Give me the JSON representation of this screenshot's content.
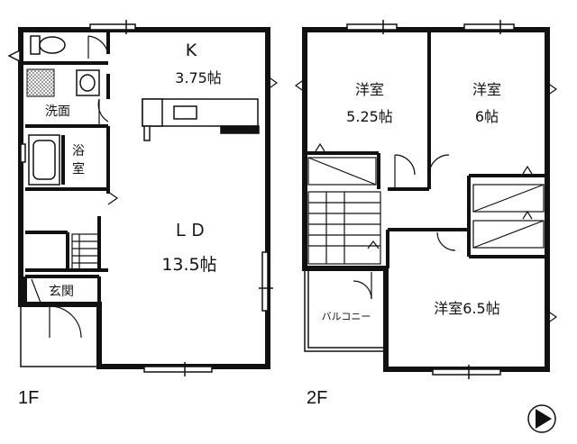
{
  "floor1": {
    "label": "1F",
    "rooms": {
      "kitchen": {
        "name": "K",
        "size": "3.75帖"
      },
      "ld": {
        "name": "ＬＤ",
        "size": "13.5帖"
      },
      "washroom": {
        "name": "洗面"
      },
      "bath": {
        "name_top": "浴",
        "name_bottom": "室"
      },
      "entrance": {
        "name": "玄関"
      }
    }
  },
  "floor2": {
    "label": "2F",
    "rooms": {
      "western1": {
        "name": "洋室",
        "size": "5.25帖"
      },
      "western2": {
        "name": "洋室",
        "size": "6帖"
      },
      "western3": {
        "label": "洋室6.5帖"
      },
      "balcony": {
        "name": "バルコニー"
      }
    }
  },
  "colors": {
    "wall": "#111111",
    "background": "#ffffff",
    "pattern": "#999999"
  },
  "icons": [
    "compass-icon",
    "toilet-icon",
    "sink-icon",
    "bathtub-icon",
    "stairs-icon",
    "closet-icon",
    "window-icon",
    "door-swing-icon"
  ]
}
